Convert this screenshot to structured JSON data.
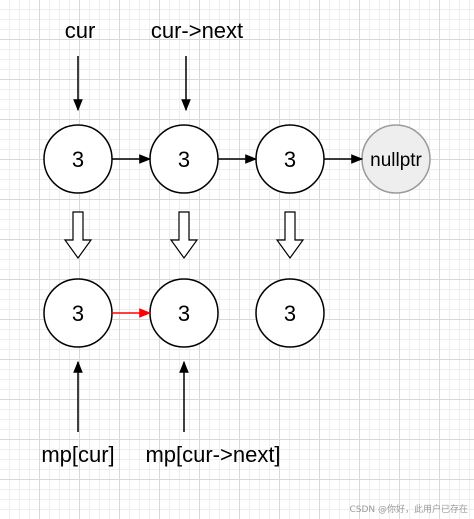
{
  "labels": {
    "cur": "cur",
    "cur_next": "cur->next",
    "mp_cur": "mp[cur]",
    "mp_cur_next": "mp[cur->next]"
  },
  "original_list": {
    "nodes": [
      "3",
      "3",
      "3"
    ],
    "tail": "nullptr"
  },
  "copied_list": {
    "nodes": [
      "3",
      "3",
      "3"
    ]
  },
  "colors": {
    "stroke": "#000000",
    "null_fill": "#eeeeee",
    "null_stroke": "#9a9a9a",
    "new_link": "#ff0000"
  },
  "watermark": "CSDN @你好，此用户已存在"
}
